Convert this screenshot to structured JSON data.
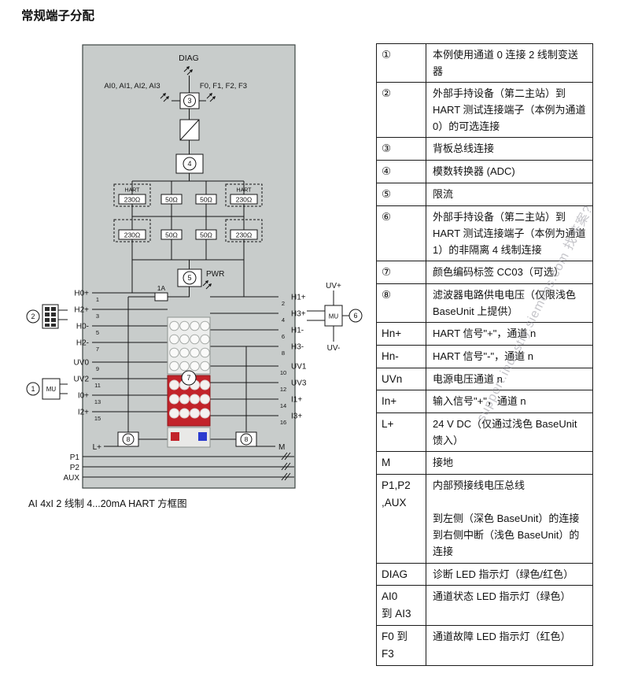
{
  "page": {
    "title": "常规端子分配",
    "caption": "AI 4xI 2 线制 4...20mA HART 方框图"
  },
  "watermark": {
    "text": "support.industry.siemens.com 找答案?"
  },
  "diagram": {
    "labels": {
      "diag": "DIAG",
      "ai_leds": "AI0, AI1, AI2, AI3",
      "f_leds": "F0, F1, F2, F3",
      "hart": "HART",
      "pwr": "PWR",
      "fuse": "1A",
      "uv_plus": "UV+",
      "uv_minus": "UV-",
      "mu": "MU",
      "l_plus": "L+",
      "m": "M",
      "p1": "P1",
      "p2": "P2",
      "aux": "AUX"
    },
    "markers": {
      "m1": "1",
      "m2": "2",
      "m3": "3",
      "m4": "4",
      "m5": "5",
      "m6": "6",
      "m7": "7",
      "m8": "8"
    },
    "resistors": [
      "230Ω",
      "50Ω",
      "50Ω",
      "230Ω"
    ],
    "left_terminals": [
      {
        "label": "H0+",
        "num": "1"
      },
      {
        "label": "H2+",
        "num": "3"
      },
      {
        "label": "H0-",
        "num": "5"
      },
      {
        "label": "H2-",
        "num": "7"
      },
      {
        "label": "UV0",
        "num": "9"
      },
      {
        "label": "UV2",
        "num": "11"
      },
      {
        "label": "I0+",
        "num": "13"
      },
      {
        "label": "I2+",
        "num": "15"
      }
    ],
    "right_terminals": [
      {
        "label": "H1+",
        "num": "2"
      },
      {
        "label": "H3+",
        "num": "4"
      },
      {
        "label": "H1-",
        "num": "6"
      },
      {
        "label": "H3-",
        "num": "8"
      },
      {
        "label": "UV1",
        "num": "10"
      },
      {
        "label": "UV3",
        "num": "12"
      },
      {
        "label": "I1+",
        "num": "14"
      },
      {
        "label": "I3+",
        "num": "16"
      }
    ]
  },
  "legend": {
    "rows": [
      {
        "symbol": "①",
        "desc": "本例使用通道 0 连接 2 线制变送器"
      },
      {
        "symbol": "②",
        "desc": "外部手持设备（第二主站）到 HART 测试连接端子（本例为通道 0）的可选连接"
      },
      {
        "symbol": "③",
        "desc": "背板总线连接"
      },
      {
        "symbol": "④",
        "desc": "模数转换器 (ADC)"
      },
      {
        "symbol": "⑤",
        "desc": "限流"
      },
      {
        "symbol": "⑥",
        "desc": "外部手持设备（第二主站）到 HART 测试连接端子（本例为通道 1）的非隔离 4 线制连接"
      },
      {
        "symbol": "⑦",
        "desc": "颜色编码标签 CC03（可选）"
      },
      {
        "symbol": "⑧",
        "desc": "滤波器电路供电电压（仅限浅色 BaseUnit 上提供）"
      },
      {
        "symbol": "Hn+",
        "desc": "HART 信号\"+\"，通道 n"
      },
      {
        "symbol": "Hn-",
        "desc": "HART 信号\"-\"，通道 n"
      },
      {
        "symbol": "UVn",
        "desc": "电源电压通道 n"
      },
      {
        "symbol": "In+",
        "desc": "输入信号\"+\"，通道 n"
      },
      {
        "symbol": "L+",
        "desc": "24 V DC（仅通过浅色 BaseUnit 馈入）"
      },
      {
        "symbol": "M",
        "desc": "接地"
      },
      {
        "symbol": "P1,P2\n,AUX",
        "desc": "内部预接线电压总线\n\n到左侧（深色 BaseUnit）的连接\n到右侧中断（浅色 BaseUnit）的连接"
      },
      {
        "symbol": "DIAG",
        "desc": "诊断 LED 指示灯（绿色/红色）"
      },
      {
        "symbol": "AI0\n到 AI3",
        "desc": "通道状态 LED 指示灯（绿色）"
      },
      {
        "symbol": "F0 到\nF3",
        "desc": "通道故障 LED 指示灯（红色）"
      }
    ]
  }
}
